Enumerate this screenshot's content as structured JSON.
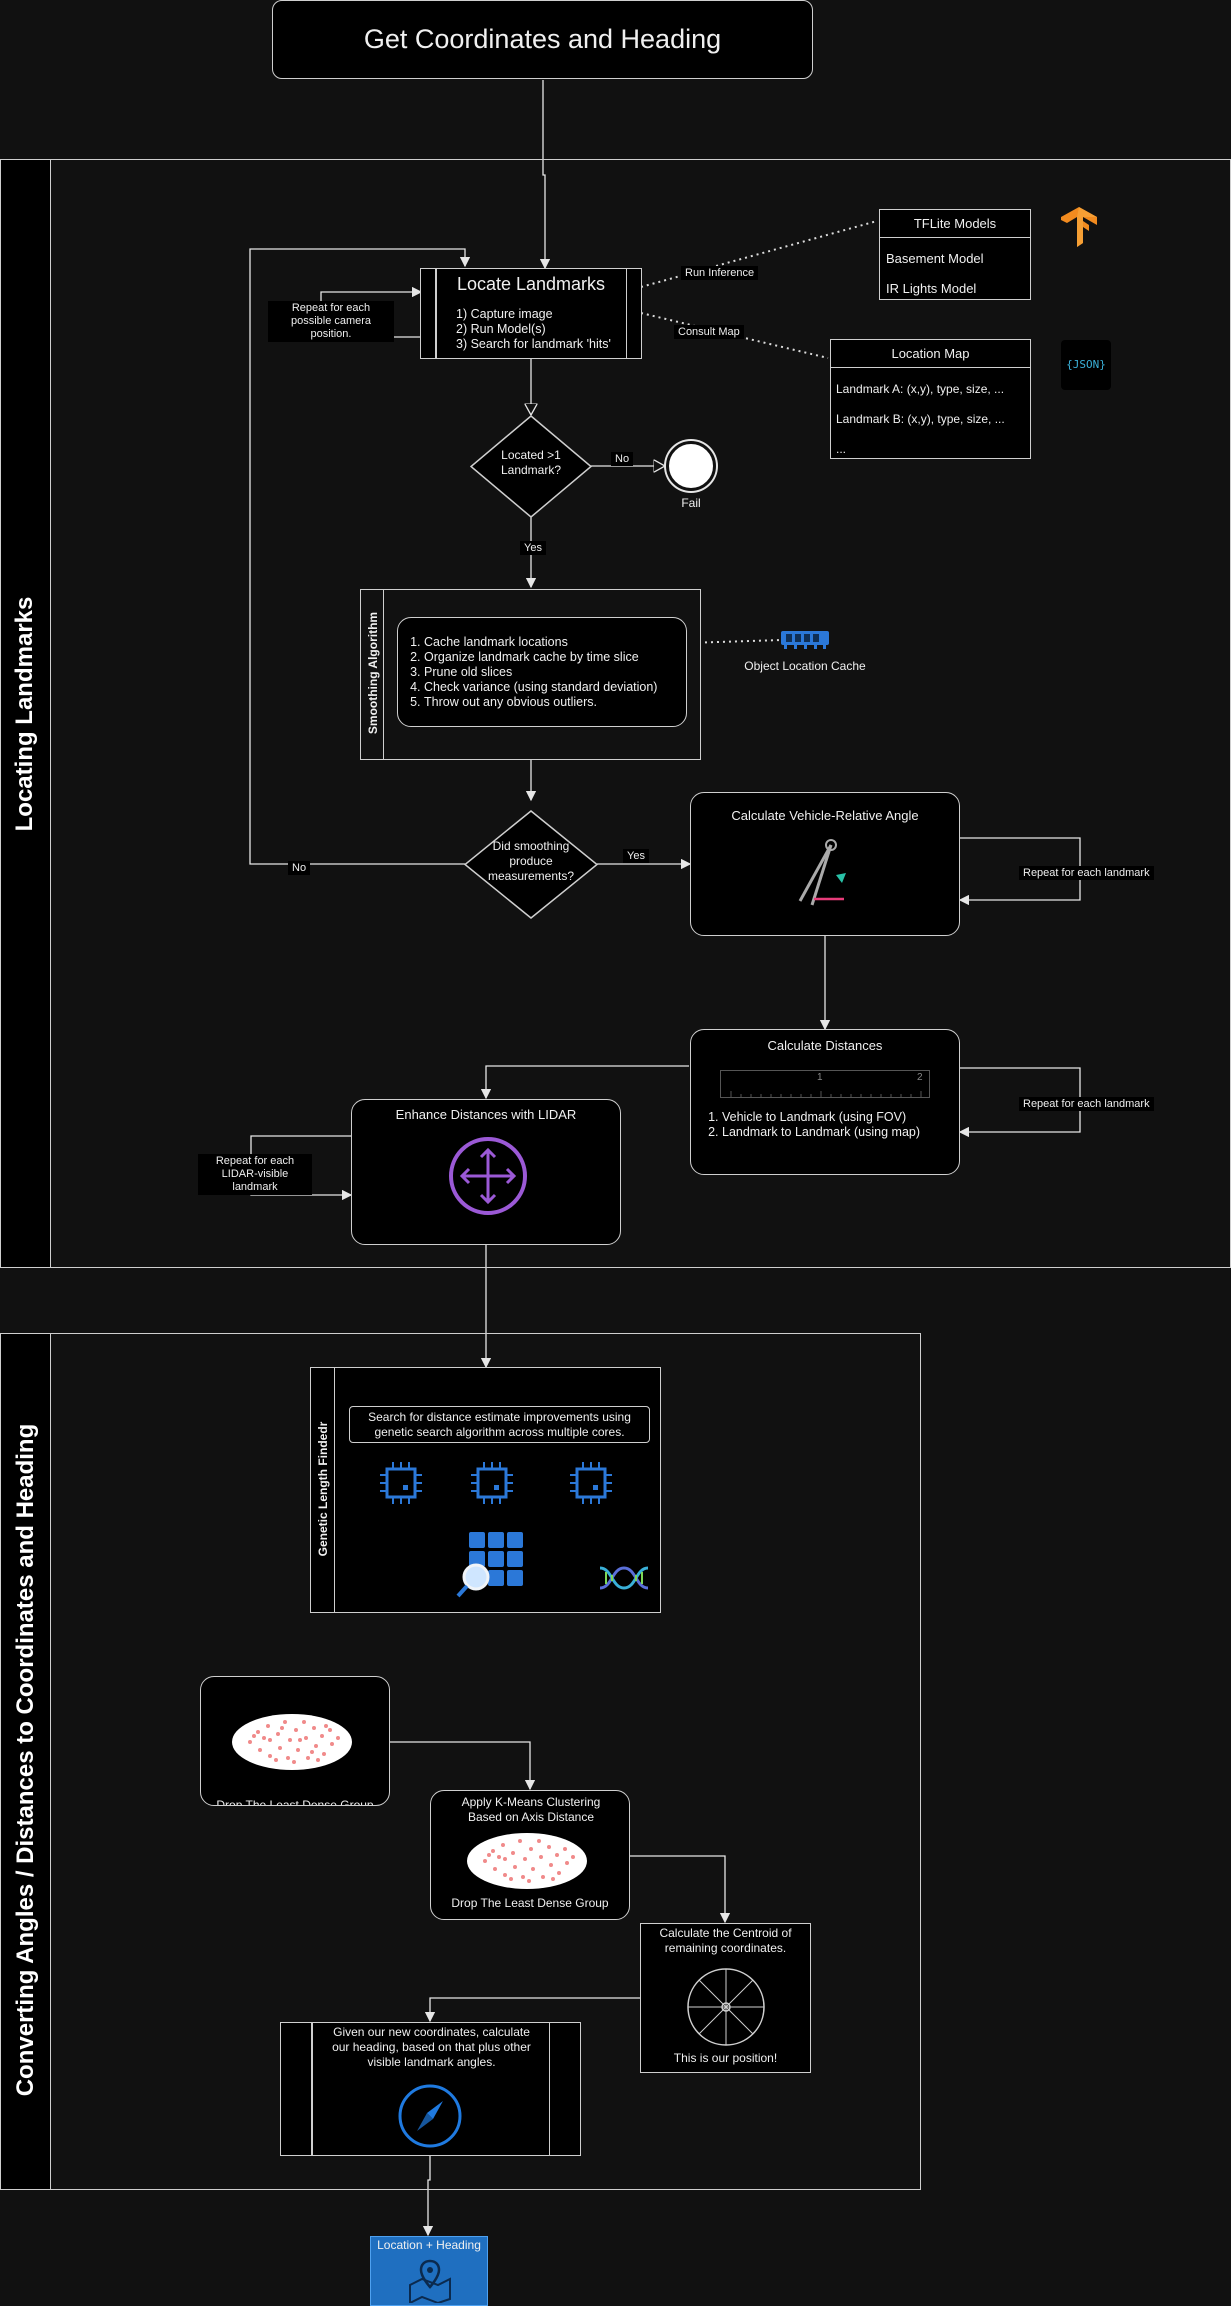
{
  "title": "Get Coordinates and Heading",
  "lanes": {
    "locating": "Locating Landmarks",
    "converting": "Converting Angles / Distances to Coordinates and Heading"
  },
  "locate": {
    "title": "Locate Landmarks",
    "steps": [
      "1) Capture image",
      "2) Run Model(s)",
      "3) Search for landmark 'hits'"
    ],
    "repeat_label": "Repeat for each possible camera position."
  },
  "edges": {
    "run_inference": "Run Inference",
    "consult_map": "Consult Map",
    "no": "No",
    "yes": "Yes",
    "no_loop": "No",
    "yes_smooth": "Yes",
    "repeat_angle": "Repeat for each landmark",
    "repeat_dist": "Repeat for each landmark",
    "repeat_lidar": "Repeat for each LIDAR-visible landmark"
  },
  "tflite": {
    "header": "TFLite Models",
    "items": [
      "Basement Model",
      "IR Lights Model"
    ],
    "icon": "tensorflow-icon"
  },
  "location_map": {
    "header": "Location Map",
    "items": [
      "Landmark A: (x,y), type, size, ...",
      "Landmark B: (x,y), type, size, ...",
      "..."
    ],
    "icon_text": "{JSON}"
  },
  "decision1": "Located >1 Landmark?",
  "fail": "Fail",
  "smoothing": {
    "pool_label": "Smoothing Algorithm",
    "steps": [
      "Cache landmark locations",
      "Organize landmark cache by time slice",
      "Prune old slices",
      "Check variance (using standard deviation)",
      "Throw out any obvious outliers."
    ],
    "cache_label": "Object Location Cache"
  },
  "decision2": "Did smoothing produce measurements?",
  "angle": {
    "title": "Calculate Vehicle-Relative Angle"
  },
  "distances": {
    "title": "Calculate Distances",
    "ruler_ticks": [
      "1",
      "2"
    ],
    "steps": [
      "Vehicle to Landmark (using FOV)",
      "Landmark to Landmark (using map)"
    ]
  },
  "lidar": {
    "title": "Enhance Distances with LIDAR"
  },
  "genetic": {
    "pool_label": "Genetic Length Findedr",
    "text": "Search for distance estimate improvements using genetic search algorithm across multiple cores."
  },
  "drop1": {
    "caption": "Drop The Least Dense Group"
  },
  "kmeans": {
    "title": "Apply K-Means Clustering Based on Axis Distance",
    "caption": "Drop The Least Dense Group"
  },
  "centroid": {
    "title": "Calculate the Centroid of remaining coordinates.",
    "caption": "This is our position!"
  },
  "heading": {
    "text": "Given our new coordinates, calculate our heading, based on that plus other visible landmark angles."
  },
  "output": {
    "label": "Location + Heading"
  },
  "colors": {
    "background": "#111111",
    "box": "#000000",
    "stroke": "#cfcfcf",
    "chip_blue": "#2b78d8",
    "lidar_purple": "#9b59d6",
    "output_blue": "#1f6fc0",
    "pink_dots": "#f08a8a"
  }
}
